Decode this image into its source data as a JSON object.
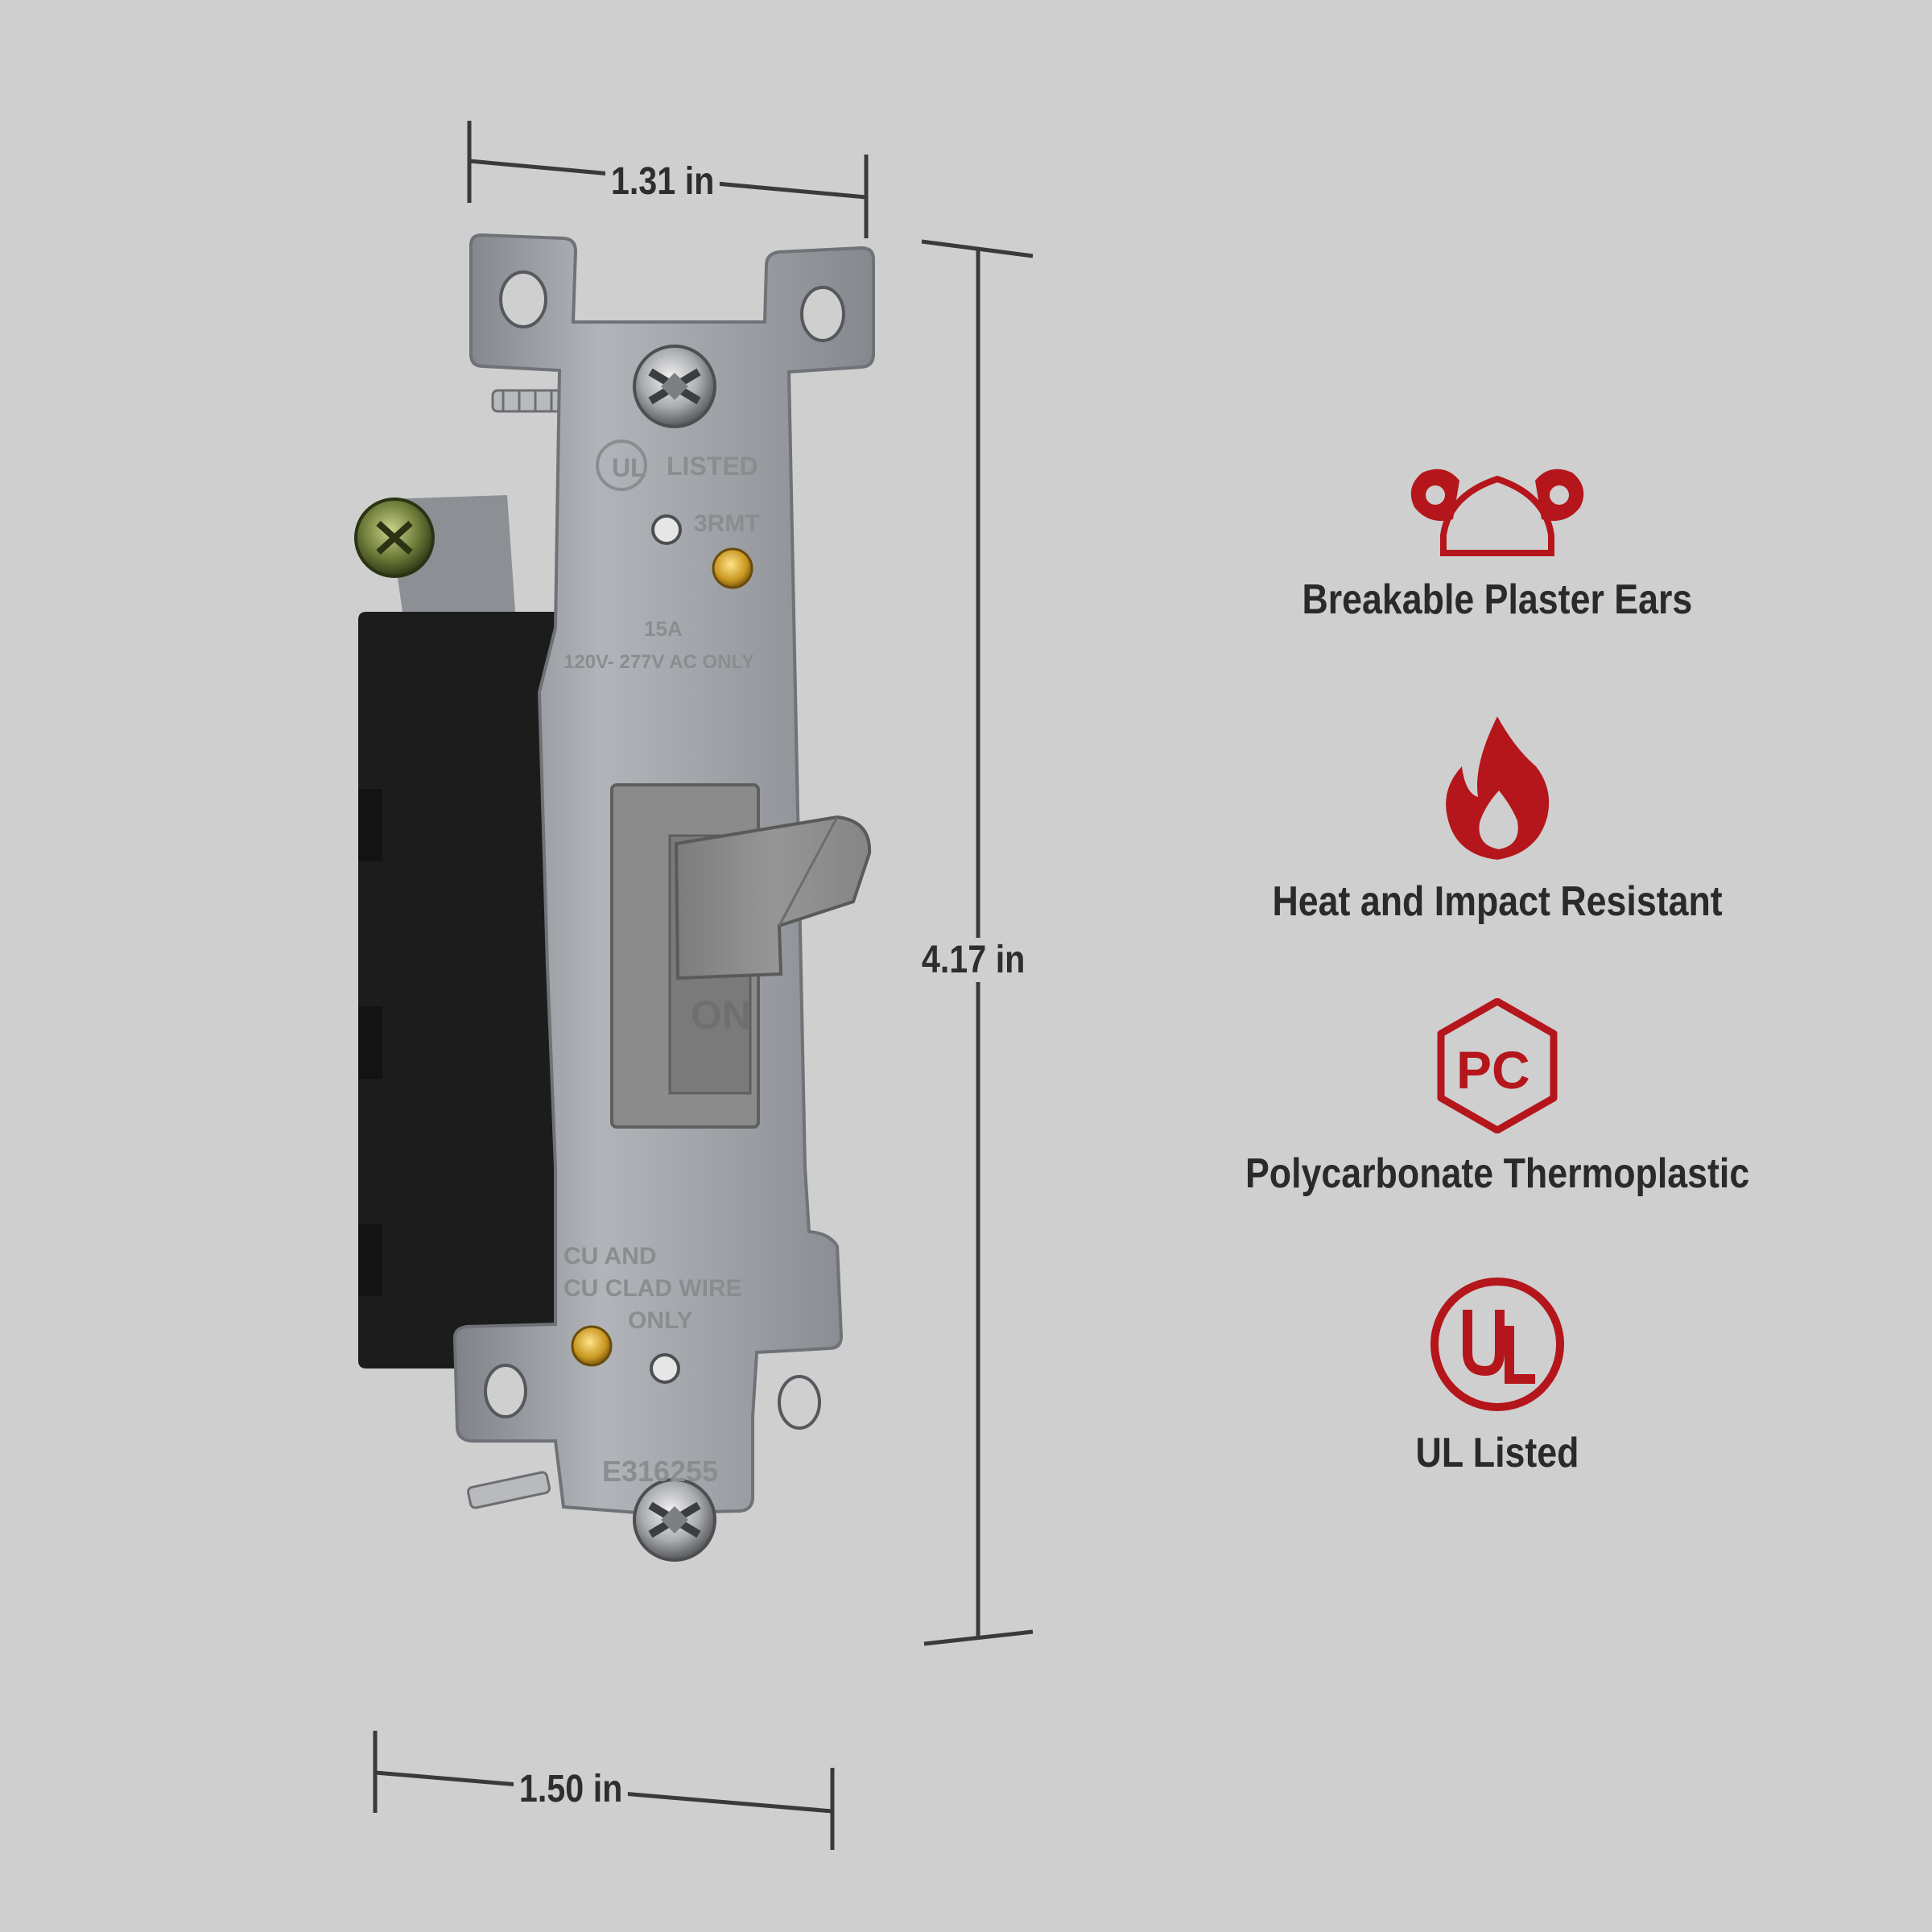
{
  "dimensions": {
    "top_width": "1.31 in",
    "height": "4.17 in",
    "bottom_width": "1.50 in"
  },
  "switch_markings": {
    "listing": "LISTED",
    "model": "3RMT",
    "rating_amps": "15A",
    "rating_volts": "120V- 277V AC ONLY",
    "toggle_label": "ON",
    "wire_note_1": "CU AND",
    "wire_note_2": "CU CLAD WIRE",
    "wire_note_3": "ONLY",
    "file_number": "E316255"
  },
  "features": [
    {
      "label": "Breakable Plaster Ears",
      "icon": "plaster-ears-icon"
    },
    {
      "label": "Heat and Impact Resistant",
      "icon": "flame-icon"
    },
    {
      "label": "Polycarbonate Thermoplastic",
      "icon": "pc-hexagon-icon"
    },
    {
      "label": "UL Listed",
      "icon": "ul-logo-icon"
    }
  ],
  "colors": {
    "background": "#cfcfcf",
    "accent_red": "#b5161b",
    "text_dark": "#2a2a2a",
    "dimension_line": "#3a3a3a",
    "strap_metal": "#9ea1a6",
    "toggle_gray": "#8d8d8d",
    "body_black": "#1c1c1c"
  }
}
